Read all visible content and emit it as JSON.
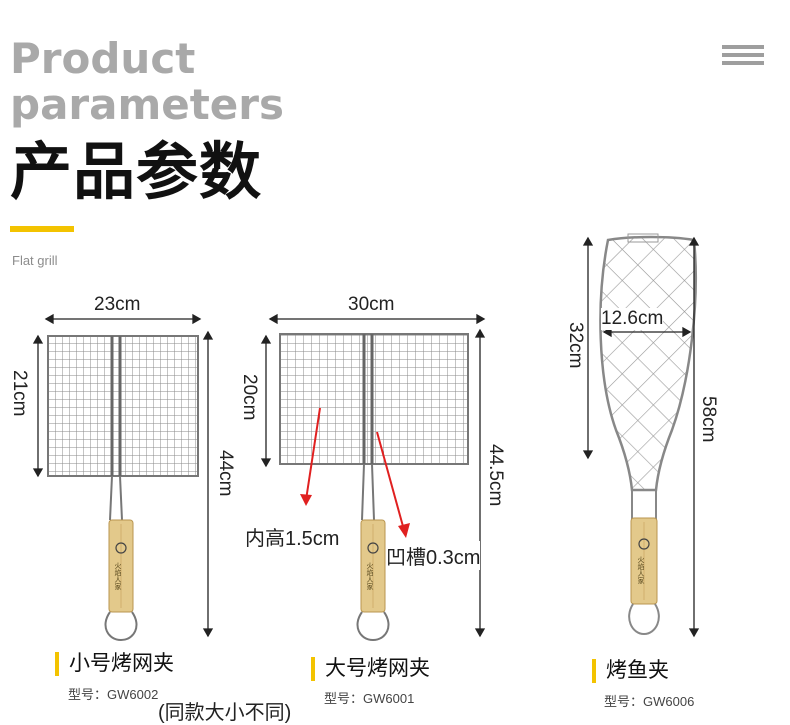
{
  "header": {
    "title_en_line1": "Product",
    "title_en_line2": "parameters",
    "title_cn": "产品参数",
    "subtitle": "Flat grill"
  },
  "products": [
    {
      "name": "小号烤网夹",
      "model": "型号：GW6002",
      "width": "23cm",
      "height": "21cm",
      "total_length": "44cm"
    },
    {
      "name": "大号烤网夹",
      "model": "型号：GW6001",
      "width": "30cm",
      "height": "20cm",
      "total_length": "44.5cm",
      "inner_height": "内高1.5cm",
      "groove": "凹槽0.3cm"
    },
    {
      "name": "烤鱼夹",
      "model": "型号：GW6006",
      "width": "12.6cm",
      "height": "32cm",
      "total_length": "58cm"
    }
  ],
  "note": "(同款大小不同)",
  "handle_label": "火焰人家",
  "colors": {
    "accent": "#f3c300",
    "arrow": "#e02020",
    "wood": "#e3c98b",
    "wire": "#9a9a9a"
  }
}
